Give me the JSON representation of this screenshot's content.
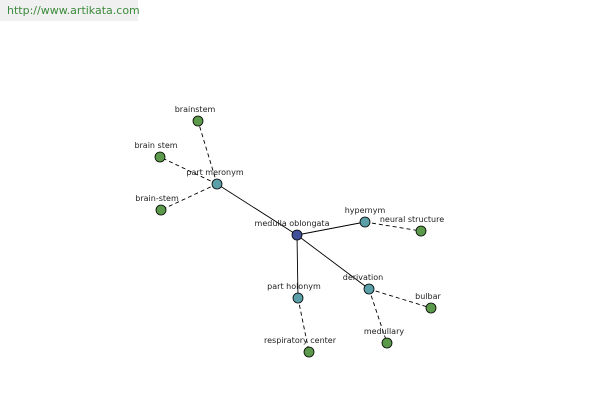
{
  "watermark": {
    "text": "http://www.artikata.com"
  },
  "colors": {
    "center": "#3f4f9a",
    "relation": "#5ba0a8",
    "leaf": "#5a9a4a"
  },
  "graph": {
    "nodes": [
      {
        "id": "medulla-oblongata",
        "label": "medulla oblongata",
        "kind": "center"
      },
      {
        "id": "part-meronym",
        "label": "part meronym",
        "kind": "relation"
      },
      {
        "id": "hypernym",
        "label": "hypernym",
        "kind": "relation"
      },
      {
        "id": "part-holonym",
        "label": "part holonym",
        "kind": "relation"
      },
      {
        "id": "derivation",
        "label": "derivation",
        "kind": "relation"
      },
      {
        "id": "brainstem",
        "label": "brainstem",
        "kind": "leaf"
      },
      {
        "id": "brain-stem-spaced",
        "label": "brain stem",
        "kind": "leaf"
      },
      {
        "id": "brain-stem-hyphen",
        "label": "brain-stem",
        "kind": "leaf"
      },
      {
        "id": "neural-structure",
        "label": "neural structure",
        "kind": "leaf"
      },
      {
        "id": "respiratory-center",
        "label": "respiratory center",
        "kind": "leaf"
      },
      {
        "id": "bulbar",
        "label": "bulbar",
        "kind": "leaf"
      },
      {
        "id": "medullary",
        "label": "medullary",
        "kind": "leaf"
      }
    ],
    "edges": [
      {
        "from": "medulla-oblongata",
        "to": "part-meronym",
        "style": "solid"
      },
      {
        "from": "medulla-oblongata",
        "to": "hypernym",
        "style": "solid"
      },
      {
        "from": "medulla-oblongata",
        "to": "part-holonym",
        "style": "solid"
      },
      {
        "from": "medulla-oblongata",
        "to": "derivation",
        "style": "solid"
      },
      {
        "from": "part-meronym",
        "to": "brainstem",
        "style": "dashed"
      },
      {
        "from": "part-meronym",
        "to": "brain-stem-spaced",
        "style": "dashed"
      },
      {
        "from": "part-meronym",
        "to": "brain-stem-hyphen",
        "style": "dashed"
      },
      {
        "from": "hypernym",
        "to": "neural-structure",
        "style": "dashed"
      },
      {
        "from": "part-holonym",
        "to": "respiratory-center",
        "style": "dashed"
      },
      {
        "from": "derivation",
        "to": "bulbar",
        "style": "dashed"
      },
      {
        "from": "derivation",
        "to": "medullary",
        "style": "dashed"
      }
    ]
  }
}
